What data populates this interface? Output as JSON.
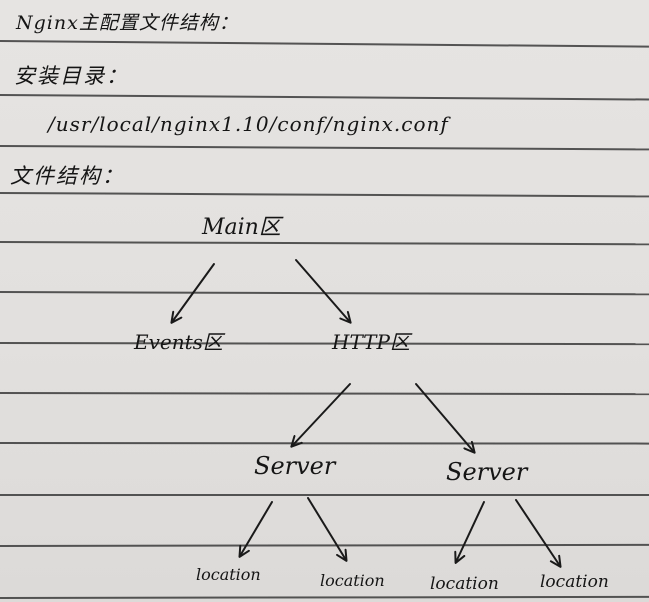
{
  "notes": {
    "title": "Nginx主配置文件结构：",
    "install_label": "安装目录：",
    "install_path": "/usr/local/nginx1.10/conf/nginx.conf",
    "structure_label": "文件结构："
  },
  "tree": {
    "root": "Main区",
    "events": "Events区",
    "http": "HTTP区",
    "servers": [
      "Server",
      "Server"
    ],
    "locations": [
      "location",
      "location",
      "location",
      "location"
    ]
  }
}
